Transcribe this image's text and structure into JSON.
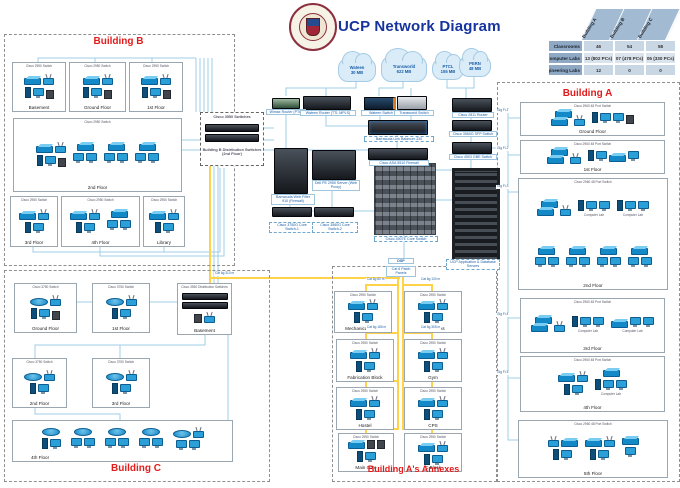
{
  "title": "UCP Network Diagram",
  "stats_table": {
    "col_headers": [
      "Building A",
      "Building B",
      "Building C"
    ],
    "rows": [
      {
        "label": "Classrooms",
        "values": [
          "46",
          "54",
          "58"
        ]
      },
      {
        "label": "Computer Labs",
        "values": [
          "13 (802 PCs)",
          "07 (478 PCs)",
          "05 (330 PCs)"
        ]
      },
      {
        "label": "Engineering Labs",
        "values": [
          "12",
          "0",
          "0"
        ]
      }
    ]
  },
  "clouds": [
    {
      "name": "Wateen",
      "bw": "30 MB"
    },
    {
      "name": "Transworld",
      "bw": "622 MB"
    },
    {
      "name": "PTCL",
      "bw": "155 MB"
    },
    {
      "name": "PERN",
      "bw": "48 MB"
    }
  ],
  "core": {
    "wimax_router": "Wimax Router (PTL)",
    "wateen_router": "Wateen Router (TTL MPLS)",
    "wateen_switch": "Wateen Switch",
    "transworld_switch": "Transworld Switch",
    "link_balancer": "Barracuda Link Balancer 330",
    "asa_firewall": "Cisco ASA 5510 Firewall",
    "web_filter": "Barracuda Web Filter 910 (Firewall)",
    "proxy_server": "Dell PE 2950 Server (Web Proxy)",
    "core_sw1": "Cisco 3750G Core Switch-1",
    "core_sw2": "Cisco 3560G Core Switch-2",
    "core_switch": "Cisco 4507E Core Switch",
    "router_2811": "Cisco 2811 Router",
    "sfp_switch": "Cisco 3560G SFP Switch",
    "gbe_switch": "Cisco 4503 GBE Switch",
    "servers": "UCP Application & Database Servers",
    "dsp": "DSP",
    "patch": "Cat 6 Patch Panels"
  },
  "building_b": {
    "title": "Building B",
    "dist_top": "Cisco 3550 Switches",
    "dist_bottom": "Building B Distribution Switches (2nd Floor)",
    "switch_model": "Cisco 2950 Switch",
    "floors": [
      "Basement",
      "Ground Floor",
      "1st Floor",
      "2nd Floor",
      "3rd Floor",
      "4th Floor",
      "Library"
    ]
  },
  "building_c": {
    "title": "Building C",
    "switch_model": "Cisco 3750 Switch",
    "dist_label": "Cisco 3550 Distribution Switches",
    "floors": [
      "Ground Floor",
      "1st Floor",
      "Basement",
      "2nd Floor",
      "3rd Floor",
      "4th Floor"
    ]
  },
  "building_a": {
    "title": "Building A",
    "switch_model": "Cisco 2960 48 Port Switch",
    "lab_label": "Computer Lab",
    "floors": [
      "Ground Floor",
      "1st Floor",
      "2nd Floor",
      "3rd Floor",
      "4th Floor",
      "5th Floor"
    ]
  },
  "annexes": {
    "title": "Building A's Annexes",
    "switch_model": "Cisco 2950 Switch",
    "ap_model": "Cisco 1242 Aironet AP",
    "attendance_label": "Attendance Machines",
    "blocks": [
      "Mechanical Block",
      "Civil Blocks",
      "Fabrication Block",
      "Gym",
      "Hostel",
      "CPS",
      "Main Gate",
      "C Block"
    ]
  },
  "line_labels": [
    "Cat 6g 80 m",
    "Cat 6g 100 m",
    "Cat 6g 185 m",
    "Cat 6g 305 m",
    "Cat 6g 310 m",
    "Gig Fi-1",
    "Gig Fi-2",
    "Gig Fi-3",
    "Gig Fi-4",
    "Gig Fi-5"
  ]
}
